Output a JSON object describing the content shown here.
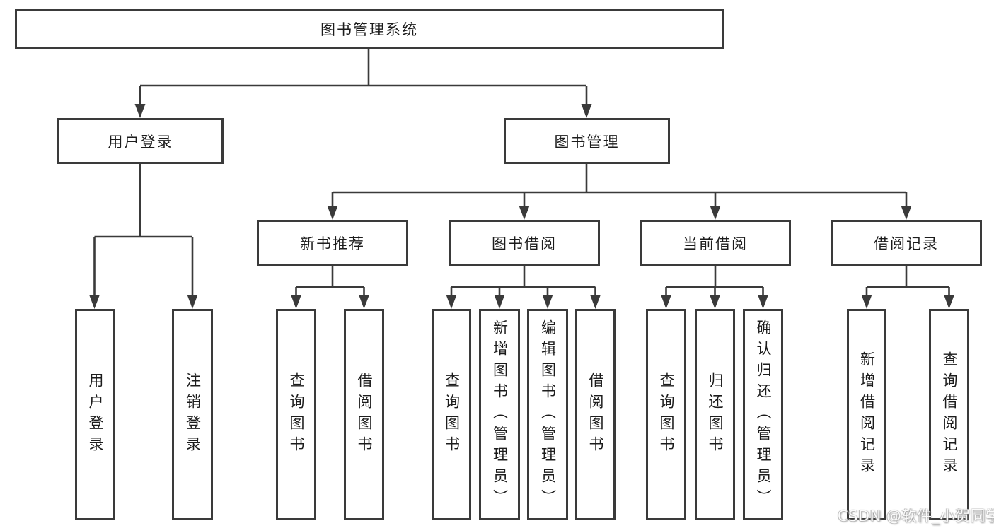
{
  "tree": {
    "root": {
      "label": "图书管理系统"
    },
    "branches": [
      {
        "label": "用户登录",
        "children": [
          {
            "label": "用户登录"
          },
          {
            "label": "注销登录"
          }
        ]
      },
      {
        "label": "图书管理",
        "children": [
          {
            "label": "新书推荐",
            "children": [
              {
                "label": "查询图书"
              },
              {
                "label": "借阅图书"
              }
            ]
          },
          {
            "label": "图书借阅",
            "children": [
              {
                "label": "查询图书"
              },
              {
                "label": "新增图书（管理员）"
              },
              {
                "label": "编辑图书（管理员）"
              },
              {
                "label": "借阅图书"
              }
            ]
          },
          {
            "label": "当前借阅",
            "children": [
              {
                "label": "查询图书"
              },
              {
                "label": "归还图书"
              },
              {
                "label": "确认归还（管理员）"
              }
            ]
          },
          {
            "label": "借阅记录",
            "children": [
              {
                "label": "新增借阅记录"
              },
              {
                "label": "查询借阅记录"
              }
            ]
          }
        ]
      }
    ]
  },
  "watermark": {
    "text": "CSDN @软件_小贺同学"
  },
  "colors": {
    "line": "#3a3a3a",
    "text": "#1c1c1c",
    "background": "#ffffff",
    "watermark_text": "#fbfbfb"
  }
}
